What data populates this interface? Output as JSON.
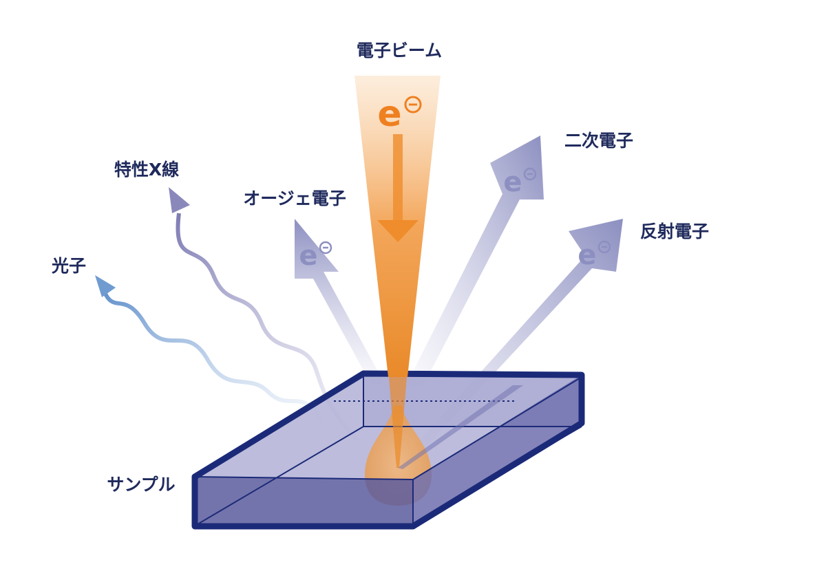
{
  "labels": {
    "electron_beam": "電子ビーム",
    "secondary_electron": "二次電子",
    "characteristic_xray": "特性X線",
    "auger_electron": "オージェ電子",
    "backscattered_electron": "反射電子",
    "photon": "光子",
    "sample": "サンプル"
  },
  "symbols": {
    "electron": "e",
    "minus": "−"
  },
  "colors": {
    "text": "#1f2a5c",
    "beam": "#e98a2a",
    "electron_arrow": "#8c8fc0",
    "sample_edge": "#1b2a78",
    "sample_fill": "#7d7fb8",
    "xray": "#8a88bb",
    "photon": "#6f9bd0"
  }
}
